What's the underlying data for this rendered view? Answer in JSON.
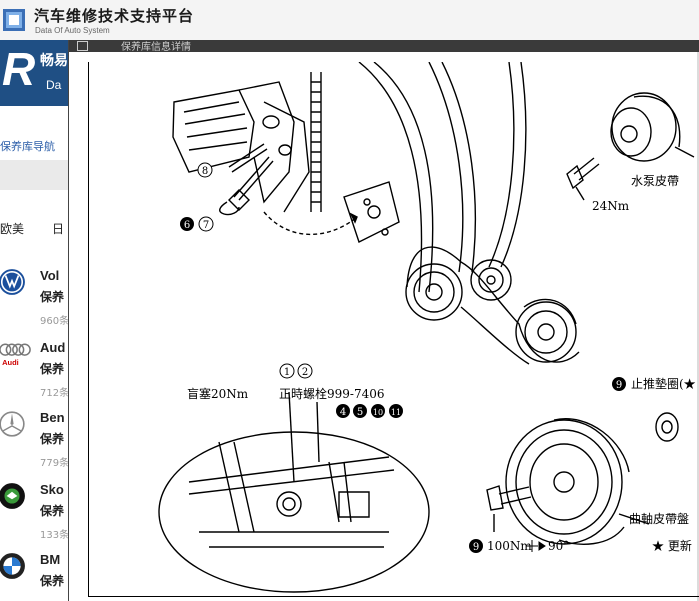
{
  "app": {
    "title": "汽车维修技术支持平台",
    "subtitle": "Data Of Auto System"
  },
  "left_panel": {
    "brand_cn": "畅易",
    "brand_en": "Da",
    "nav_link": "保养库导航",
    "region_tabs": [
      "欧美",
      "日"
    ],
    "brands": [
      {
        "name": "Vol",
        "kind": "保养",
        "count": "960条"
      },
      {
        "name": "Aud",
        "kind": "保养",
        "count": "712条"
      },
      {
        "name": "Ben",
        "kind": "保养",
        "count": "779条"
      },
      {
        "name": "Sko",
        "kind": "保养",
        "count": "133条"
      },
      {
        "name": "BM",
        "kind": "保养",
        "count": ""
      }
    ]
  },
  "viewer": {
    "title": "保养库信息详情"
  },
  "diagram": {
    "label_water_pump": "水泵皮帶",
    "torque_24": "24Nm",
    "label_plug": "盲塞20Nm",
    "label_timing_bolt": "正時螺栓999-7406",
    "label_thrust_washer": "止推墊圈(★",
    "label_crank_pulley": "曲軸皮帶盤",
    "torque_100": "100Nm",
    "angle_90": "90°",
    "label_renew": "★ 更新",
    "callout_8": "8",
    "callout_6": "6",
    "callout_7": "7",
    "callout_1": "1",
    "callout_2": "2",
    "callout_4": "4",
    "callout_5": "5",
    "callout_10": "10",
    "callout_11": "11",
    "callout_9a": "9",
    "callout_9b": "9"
  }
}
